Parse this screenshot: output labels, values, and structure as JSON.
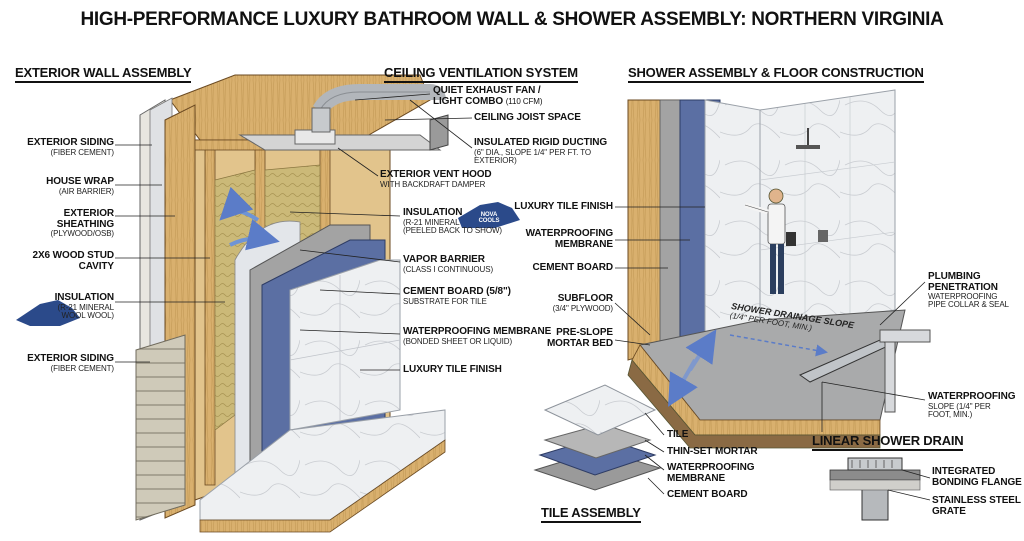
{
  "title": "HIGH-PERFORMANCE LUXURY BATHROOM WALL & SHOWER ASSEMBLY: NORTHERN VIRGINIA",
  "sections": {
    "exterior": "EXTERIOR WALL ASSEMBLY",
    "ceiling": "CEILING VENTILATION SYSTEM",
    "shower": "SHOWER ASSEMBLY & FLOOR CONSTRUCTION",
    "tile": "TILE ASSEMBLY",
    "drain": "LINEAR SHOWER DRAIN"
  },
  "left_labels": [
    {
      "title": "EXTERIOR SIDING",
      "sub": "(FIBER CEMENT)"
    },
    {
      "title": "HOUSE WRAP",
      "sub": "(AIR BARRIER)"
    },
    {
      "title": "EXTERIOR SHEATHING",
      "sub": "(PLYWOOD/OSB)"
    },
    {
      "title": "2x6 WOOD STUD",
      "sub": "CAVITY"
    },
    {
      "title": "INSULATION",
      "sub": "(R-21 MINERAL",
      "sub2": "WOOL WOOL)"
    },
    {
      "title": "EXTERIOR SIDING",
      "sub": "(FIBER CEMENT)"
    }
  ],
  "ceiling_labels": [
    {
      "title": "QUIET EXHAUST FAN /",
      "title2": "LIGHT COMBO",
      "inline": "(110 CFM)"
    },
    {
      "title": "CEILING JOIST SPACE"
    },
    {
      "title": "INSULATED RIGID DUCTING",
      "sub": "(6\" DIA., SLOPE 1/4\" PER FT. TO EXTERIOR)"
    },
    {
      "title": "EXTERIOR VENT HOOD",
      "sub": "WITH BACKDRAFT DAMPER"
    }
  ],
  "mid_labels": [
    {
      "title": "INSULATION",
      "sub": "(R-21 MINERAL",
      "sub2": "(PEELED BACK TO SHOW)"
    },
    {
      "title": "VAPOR BARRIER",
      "sub": "(CLASS I CONTINUOUS)"
    },
    {
      "title": "CEMENT BOARD (5/8\")",
      "sub": "SUBSTRATE FOR TILE"
    },
    {
      "title": "WATERPROOFING MEMBRANE",
      "sub": "(BONDED SHEET OR LIQUID)"
    },
    {
      "title": "LUXURY TILE FINISH"
    }
  ],
  "va_badge": {
    "line1": "NOVA",
    "line2": "COOLS"
  },
  "shower_left": [
    {
      "title": "LUXURY TILE FINISH"
    },
    {
      "title": "WATERPROOFING",
      "title2": "MEMBRANE"
    },
    {
      "title": "CEMENT BOARD"
    },
    {
      "title": "SUBFLOOR",
      "sub": "(3/4\" PLYWOOD)"
    },
    {
      "title": "PRE-SLOPE",
      "title2": "MORTAR BED"
    }
  ],
  "slope": {
    "title": "SHOWER DRAINAGE SLOPE",
    "sub": "(1/4\" PER FOOT, MIN.)"
  },
  "shower_right": [
    {
      "title": "PLUMBING",
      "title2": "PENETRATION",
      "sub": "WATERPROOFING",
      "sub2": "PIPE COLLAR & SEAL"
    },
    {
      "title": "WATERPROOFING",
      "sub": "SLOPE (1/4\" PER",
      "sub2": "FOOT, MIN.)"
    }
  ],
  "tile_layers": [
    "TILE",
    "THIN-SET MORTAR",
    "WATERPROOFING",
    "MEMBRANE",
    "CEMENT BOARD"
  ],
  "drain_labels": [
    {
      "title": "INTEGRATED",
      "title2": "BONDING FLANGE"
    },
    {
      "title": "STAINLESS STEEL",
      "title2": "GRATE"
    }
  ],
  "colors": {
    "wood": "#d9b06e",
    "wood_dark": "#b9884a",
    "membrane": "#5b6fa3",
    "cement": "#9a9a9a",
    "insulation": "#c9b877",
    "tile": "#eceef0",
    "siding": "#c9c4b4"
  }
}
